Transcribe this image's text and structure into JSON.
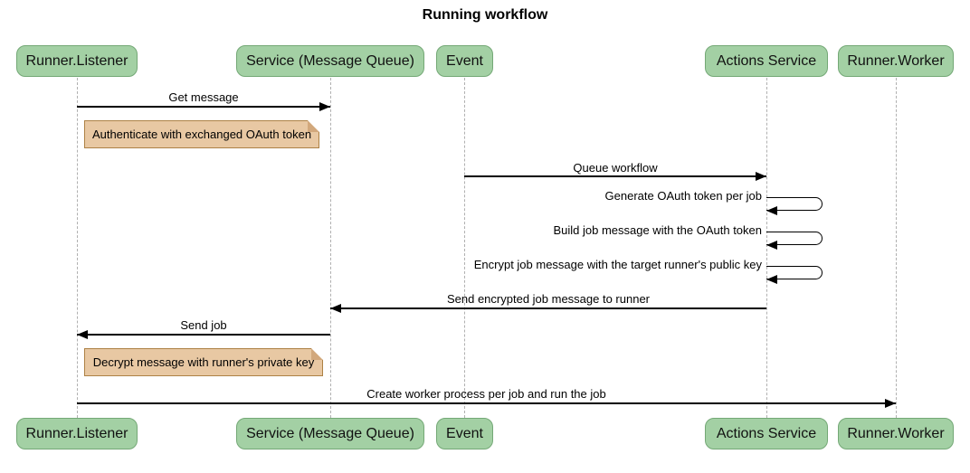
{
  "title": "Running workflow",
  "participants": [
    {
      "label": "Runner.Listener"
    },
    {
      "label": "Service (Message Queue)"
    },
    {
      "label": "Event"
    },
    {
      "label": "Actions Service"
    },
    {
      "label": "Runner.Worker"
    }
  ],
  "messages": [
    {
      "type": "arrow",
      "text": "Get message",
      "from": "Runner.Listener",
      "to": "Service (Message Queue)",
      "direction": "right"
    },
    {
      "type": "note",
      "text": "Authenticate with exchanged OAuth token",
      "over": "Runner.Listener"
    },
    {
      "type": "arrow",
      "text": "Queue workflow",
      "from": "Event",
      "to": "Actions Service",
      "direction": "right"
    },
    {
      "type": "self",
      "text": "Generate OAuth token per job",
      "on": "Actions Service"
    },
    {
      "type": "self",
      "text": "Build job message with the OAuth token",
      "on": "Actions Service"
    },
    {
      "type": "self",
      "text": "Encrypt job message with the target runner's public key",
      "on": "Actions Service"
    },
    {
      "type": "arrow",
      "text": "Send encrypted job message to runner",
      "from": "Actions Service",
      "to": "Service (Message Queue)",
      "direction": "left"
    },
    {
      "type": "arrow",
      "text": "Send job",
      "from": "Service (Message Queue)",
      "to": "Runner.Listener",
      "direction": "left"
    },
    {
      "type": "note",
      "text": "Decrypt message with runner's private key",
      "over": "Runner.Listener"
    },
    {
      "type": "arrow",
      "text": "Create worker process per job and run the job",
      "from": "Runner.Listener",
      "to": "Runner.Worker",
      "direction": "right"
    }
  ],
  "colors": {
    "background": "#ffffff",
    "participant_fill": "#a3d0a4",
    "participant_border": "#74a876",
    "note_fill": "#e8c8a3",
    "note_border": "#ad8145",
    "lifeline": "#b0b0b0",
    "arrow": "#000000"
  }
}
